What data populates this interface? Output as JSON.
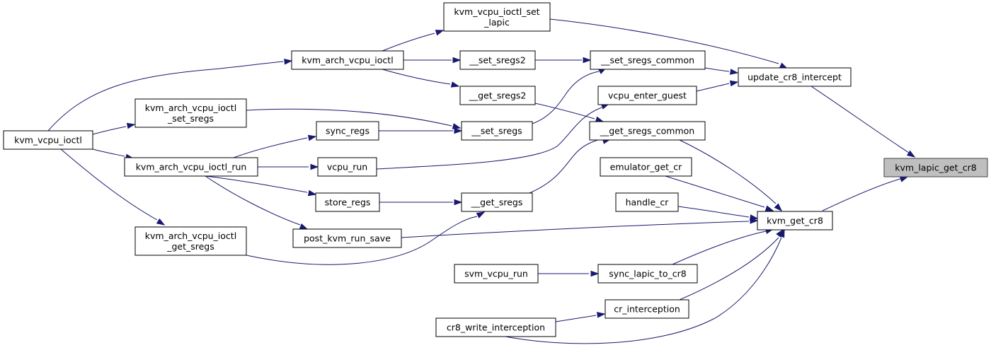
{
  "graph": {
    "root": "kvm_lapic_get_cr8",
    "colors": {
      "edge": "#191970",
      "node_border": "#000000",
      "root_fill": "#bfbfbf"
    },
    "nodes": [
      {
        "id": "kvm_lapic_get_cr8",
        "lines": [
          "kvm_lapic_get_cr8"
        ]
      },
      {
        "id": "update_cr8_intercept",
        "lines": [
          "update_cr8_intercept"
        ]
      },
      {
        "id": "kvm_get_cr8",
        "lines": [
          "kvm_get_cr8"
        ]
      },
      {
        "id": "kvm_vcpu_ioctl_set_lapic",
        "lines": [
          "kvm_vcpu_ioctl_set",
          "_lapic"
        ]
      },
      {
        "id": "__set_sregs_common",
        "lines": [
          "__set_sregs_common"
        ]
      },
      {
        "id": "vcpu_enter_guest",
        "lines": [
          "vcpu_enter_guest"
        ]
      },
      {
        "id": "kvm_arch_vcpu_ioctl",
        "lines": [
          "kvm_arch_vcpu_ioctl"
        ]
      },
      {
        "id": "__set_sregs2",
        "lines": [
          "__set_sregs2"
        ]
      },
      {
        "id": "__get_sregs2",
        "lines": [
          "__get_sregs2"
        ]
      },
      {
        "id": "kvm_arch_vcpu_ioctl_set_sregs",
        "lines": [
          "kvm_arch_vcpu_ioctl",
          "_set_sregs"
        ]
      },
      {
        "id": "__set_sregs",
        "lines": [
          "__set_sregs"
        ]
      },
      {
        "id": "sync_regs",
        "lines": [
          "sync_regs"
        ]
      },
      {
        "id": "__get_sregs_common",
        "lines": [
          "__get_sregs_common"
        ]
      },
      {
        "id": "kvm_vcpu_ioctl",
        "lines": [
          "kvm_vcpu_ioctl"
        ]
      },
      {
        "id": "kvm_arch_vcpu_ioctl_run",
        "lines": [
          "kvm_arch_vcpu_ioctl_run"
        ]
      },
      {
        "id": "vcpu_run",
        "lines": [
          "vcpu_run"
        ]
      },
      {
        "id": "emulator_get_cr",
        "lines": [
          "emulator_get_cr"
        ]
      },
      {
        "id": "store_regs",
        "lines": [
          "store_regs"
        ]
      },
      {
        "id": "__get_sregs",
        "lines": [
          "__get_sregs"
        ]
      },
      {
        "id": "handle_cr",
        "lines": [
          "handle_cr"
        ]
      },
      {
        "id": "kvm_arch_vcpu_ioctl_get_sregs",
        "lines": [
          "kvm_arch_vcpu_ioctl",
          "_get_sregs"
        ]
      },
      {
        "id": "post_kvm_run_save",
        "lines": [
          "post_kvm_run_save"
        ]
      },
      {
        "id": "svm_vcpu_run",
        "lines": [
          "svm_vcpu_run"
        ]
      },
      {
        "id": "sync_lapic_to_cr8",
        "lines": [
          "sync_lapic_to_cr8"
        ]
      },
      {
        "id": "cr_interception",
        "lines": [
          "cr_interception"
        ]
      },
      {
        "id": "cr8_write_interception",
        "lines": [
          "cr8_write_interception"
        ]
      }
    ],
    "edges": [
      {
        "from": "update_cr8_intercept",
        "to": "kvm_lapic_get_cr8"
      },
      {
        "from": "kvm_get_cr8",
        "to": "kvm_lapic_get_cr8"
      },
      {
        "from": "kvm_vcpu_ioctl_set_lapic",
        "to": "update_cr8_intercept"
      },
      {
        "from": "__set_sregs_common",
        "to": "update_cr8_intercept"
      },
      {
        "from": "vcpu_enter_guest",
        "to": "update_cr8_intercept"
      },
      {
        "from": "kvm_arch_vcpu_ioctl",
        "to": "kvm_vcpu_ioctl_set_lapic"
      },
      {
        "from": "kvm_arch_vcpu_ioctl",
        "to": "__set_sregs2"
      },
      {
        "from": "kvm_arch_vcpu_ioctl",
        "to": "__get_sregs2"
      },
      {
        "from": "__set_sregs2",
        "to": "__set_sregs_common"
      },
      {
        "from": "__set_sregs",
        "to": "__set_sregs_common"
      },
      {
        "from": "__get_sregs2",
        "to": "__get_sregs_common"
      },
      {
        "from": "kvm_arch_vcpu_ioctl_set_sregs",
        "to": "__set_sregs"
      },
      {
        "from": "sync_regs",
        "to": "__set_sregs"
      },
      {
        "from": "kvm_vcpu_ioctl",
        "to": "kvm_arch_vcpu_ioctl"
      },
      {
        "from": "kvm_vcpu_ioctl",
        "to": "kvm_arch_vcpu_ioctl_set_sregs"
      },
      {
        "from": "kvm_vcpu_ioctl",
        "to": "kvm_arch_vcpu_ioctl_run"
      },
      {
        "from": "kvm_vcpu_ioctl",
        "to": "kvm_arch_vcpu_ioctl_get_sregs"
      },
      {
        "from": "kvm_arch_vcpu_ioctl_run",
        "to": "sync_regs"
      },
      {
        "from": "kvm_arch_vcpu_ioctl_run",
        "to": "vcpu_run"
      },
      {
        "from": "kvm_arch_vcpu_ioctl_run",
        "to": "store_regs"
      },
      {
        "from": "kvm_arch_vcpu_ioctl_run",
        "to": "post_kvm_run_save"
      },
      {
        "from": "vcpu_run",
        "to": "vcpu_enter_guest"
      },
      {
        "from": "__get_sregs_common",
        "to": "kvm_get_cr8"
      },
      {
        "from": "__get_sregs",
        "to": "__get_sregs_common"
      },
      {
        "from": "store_regs",
        "to": "__get_sregs"
      },
      {
        "from": "kvm_arch_vcpu_ioctl_get_sregs",
        "to": "__get_sregs"
      },
      {
        "from": "emulator_get_cr",
        "to": "kvm_get_cr8"
      },
      {
        "from": "handle_cr",
        "to": "kvm_get_cr8"
      },
      {
        "from": "post_kvm_run_save",
        "to": "kvm_get_cr8"
      },
      {
        "from": "sync_lapic_to_cr8",
        "to": "kvm_get_cr8"
      },
      {
        "from": "cr_interception",
        "to": "kvm_get_cr8"
      },
      {
        "from": "cr8_write_interception",
        "to": "kvm_get_cr8"
      },
      {
        "from": "svm_vcpu_run",
        "to": "sync_lapic_to_cr8"
      },
      {
        "from": "cr8_write_interception",
        "to": "cr_interception"
      }
    ]
  }
}
